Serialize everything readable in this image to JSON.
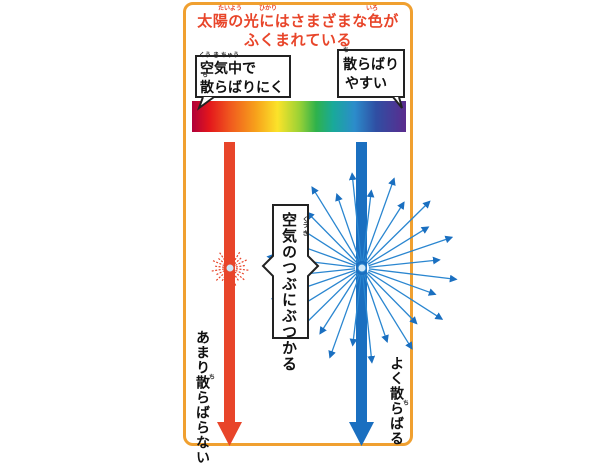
{
  "title": {
    "line1": "太陽の光にはさまざまな色が",
    "line2": "ふくまれている",
    "ruby_taiyou": "たいよう",
    "ruby_hikari": "ひかり",
    "ruby_iro": "いろ"
  },
  "left_label": {
    "line1": "空気中で",
    "line2": "散らばりにくい",
    "ruby_kuukichuu": "くう き ちゅう",
    "ruby_chi": "ち"
  },
  "right_label": {
    "line1": "散らばり",
    "line2": "やすい",
    "ruby_chi": "ち"
  },
  "center_label": {
    "text": "空気のつぶにぶつかる",
    "ruby_kuuki": "くう き"
  },
  "left_bottom_text": "あまり散らばらない",
  "left_bottom_ruby": "ち",
  "right_bottom_text": "よく散らばる",
  "right_bottom_ruby": "ち",
  "colors": {
    "frame": "#f0a030",
    "title": "#e8452a",
    "red_arrow": "#e8452a",
    "blue_arrow": "#1a6fc0"
  }
}
